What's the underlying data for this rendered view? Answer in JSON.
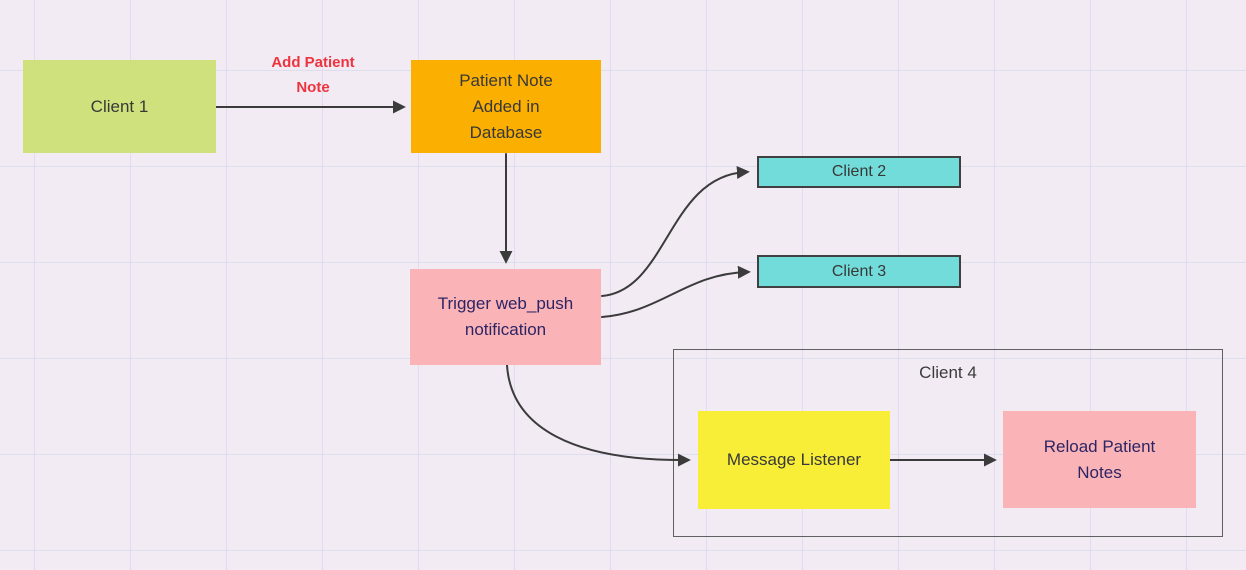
{
  "diagram": {
    "canvas": {
      "background": "#f2ebf4",
      "grid_color": "#dcdeed",
      "arrow_color": "#3b3b3b"
    },
    "nodes": {
      "client1": {
        "label": "Client 1",
        "fill": "#cfe17c",
        "text_color": "#383838"
      },
      "patient_note": {
        "label": "Patient Note Added in Database",
        "fill": "#fbaf00",
        "text_color": "#383838"
      },
      "trigger": {
        "label": "Trigger web_push notification",
        "fill": "#fab4b8",
        "text_color": "#2d2464"
      },
      "client2": {
        "label": "Client 2",
        "fill": "#72dcda",
        "text_color": "#383838",
        "border_color": "#404040"
      },
      "client3": {
        "label": "Client 3",
        "fill": "#72dcda",
        "text_color": "#383838",
        "border_color": "#404040"
      },
      "client4": {
        "label": "Client 4",
        "border_color": "#606060",
        "text_color": "#3b3b3b"
      },
      "message_listener": {
        "label": "Message Listener",
        "fill": "#f8ee38",
        "text_color": "#383838"
      },
      "reload_notes": {
        "label": "Reload Patient Notes",
        "fill": "#fab4b8",
        "text_color": "#2d2464"
      }
    },
    "edges": [
      {
        "from": "Client 1",
        "to": "Patient Note Added in Database",
        "label": "Add Patient Note",
        "label_color": "#ee333e"
      },
      {
        "from": "Patient Note Added in Database",
        "to": "Trigger web_push notification",
        "label": ""
      },
      {
        "from": "Trigger web_push notification",
        "to": "Client 2",
        "label": ""
      },
      {
        "from": "Trigger web_push notification",
        "to": "Client 3",
        "label": ""
      },
      {
        "from": "Trigger web_push notification",
        "to": "Message Listener",
        "label": ""
      },
      {
        "from": "Message Listener",
        "to": "Reload Patient Notes",
        "label": ""
      }
    ]
  }
}
